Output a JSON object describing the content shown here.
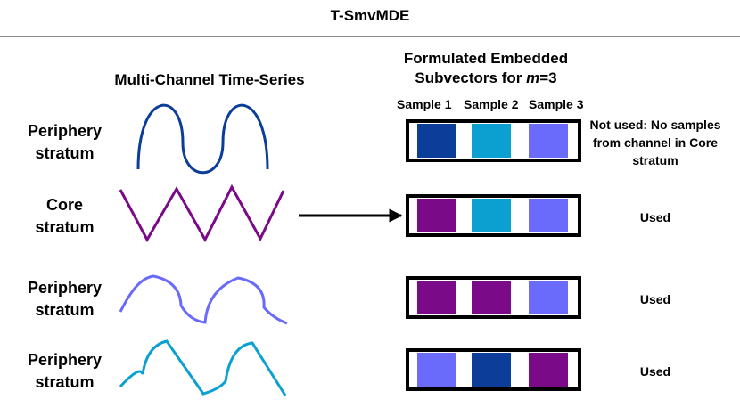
{
  "title": "T-SmvMDE",
  "left_header": "Multi-Channel Time-Series",
  "right_header": {
    "line1": "Formulated Embedded",
    "line2_prefix": "Subvectors  for ",
    "line2_var": "m",
    "line2_suffix": "=3"
  },
  "sample_labels": [
    "Sample 1",
    "Sample 2",
    "Sample 3"
  ],
  "colors": {
    "dark_blue": "#0B3D99",
    "light_blue": "#0BA0D0",
    "lavender": "#6A6BFA",
    "purple": "#7A0A88",
    "arrow": "#000000"
  },
  "rows": [
    {
      "label_line1": "Periphery",
      "label_line2": "stratum",
      "status": "Not used: No samples from channel in Core stratum",
      "samples": [
        "dark_blue",
        "light_blue",
        "lavender"
      ],
      "wave": "sine",
      "wave_color": "dark_blue"
    },
    {
      "label_line1": "Core",
      "label_line2": "stratum",
      "status": "Used",
      "samples": [
        "purple",
        "light_blue",
        "lavender"
      ],
      "wave": "triangle",
      "wave_color": "purple"
    },
    {
      "label_line1": "Periphery",
      "label_line2": "stratum",
      "status": "Used",
      "samples": [
        "purple",
        "purple",
        "lavender"
      ],
      "wave": "scallop",
      "wave_color": "lavender"
    },
    {
      "label_line1": "Periphery",
      "label_line2": "stratum",
      "status": "Used",
      "samples": [
        "lavender",
        "dark_blue",
        "purple"
      ],
      "wave": "sawtooth",
      "wave_color": "light_blue"
    }
  ]
}
